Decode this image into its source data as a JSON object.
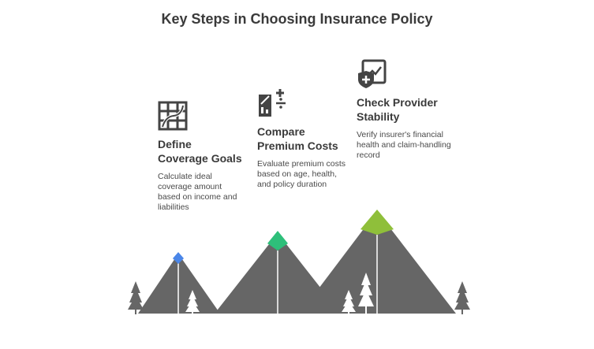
{
  "title": "Key Steps in Choosing Insurance Policy",
  "steps": [
    {
      "heading": "Define Coverage Goals",
      "description": "Calculate ideal coverage amount based on income and liabilities",
      "icon": "grid-map-icon",
      "peak_color": "#4a86e8"
    },
    {
      "heading": "Compare Premium Costs",
      "description": "Evaluate premium costs based on age, health, and policy duration",
      "icon": "calculator-icon",
      "peak_color": "#2ebf7a"
    },
    {
      "heading": "Check Provider Stability",
      "description": "Verify insurer's financial health and claim-handling record",
      "icon": "shield-chart-icon",
      "peak_color": "#8fbf3a"
    }
  ],
  "colors": {
    "mountain": "#666666",
    "mountain_ridge": "#ffffff",
    "tree": "#666666"
  }
}
